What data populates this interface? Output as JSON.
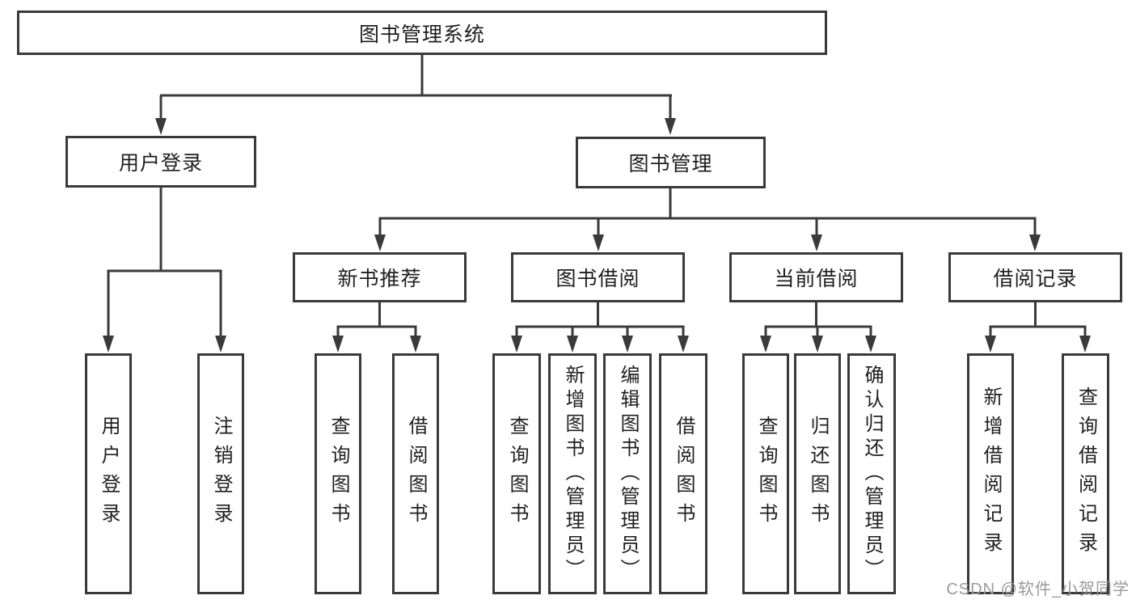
{
  "colors": {
    "line": "#3a3a3a",
    "text": "#1f1f1f",
    "watermark": "#9a9a9a",
    "background": "#ffffff"
  },
  "diagram": {
    "title": "图书管理系统",
    "branches": [
      {
        "label": "用户登录",
        "children": [
          {
            "label": "用户登录"
          },
          {
            "label": "注销登录"
          }
        ]
      },
      {
        "label": "图书管理",
        "sections": [
          {
            "label": "新书推荐",
            "children": [
              {
                "label": "查询图书"
              },
              {
                "label": "借阅图书"
              }
            ]
          },
          {
            "label": "图书借阅",
            "children": [
              {
                "label": "查询图书"
              },
              {
                "label": "新增图书（管理员）"
              },
              {
                "label": "编辑图书（管理员）"
              },
              {
                "label": "借阅图书"
              }
            ]
          },
          {
            "label": "当前借阅",
            "children": [
              {
                "label": "查询图书"
              },
              {
                "label": "归还图书"
              },
              {
                "label": "确认归还（管理员）"
              }
            ]
          },
          {
            "label": "借阅记录",
            "children": [
              {
                "label": "新增借阅记录"
              },
              {
                "label": "查询借阅记录"
              }
            ]
          }
        ]
      }
    ]
  },
  "watermark": "CSDN @软件_小贺同学"
}
